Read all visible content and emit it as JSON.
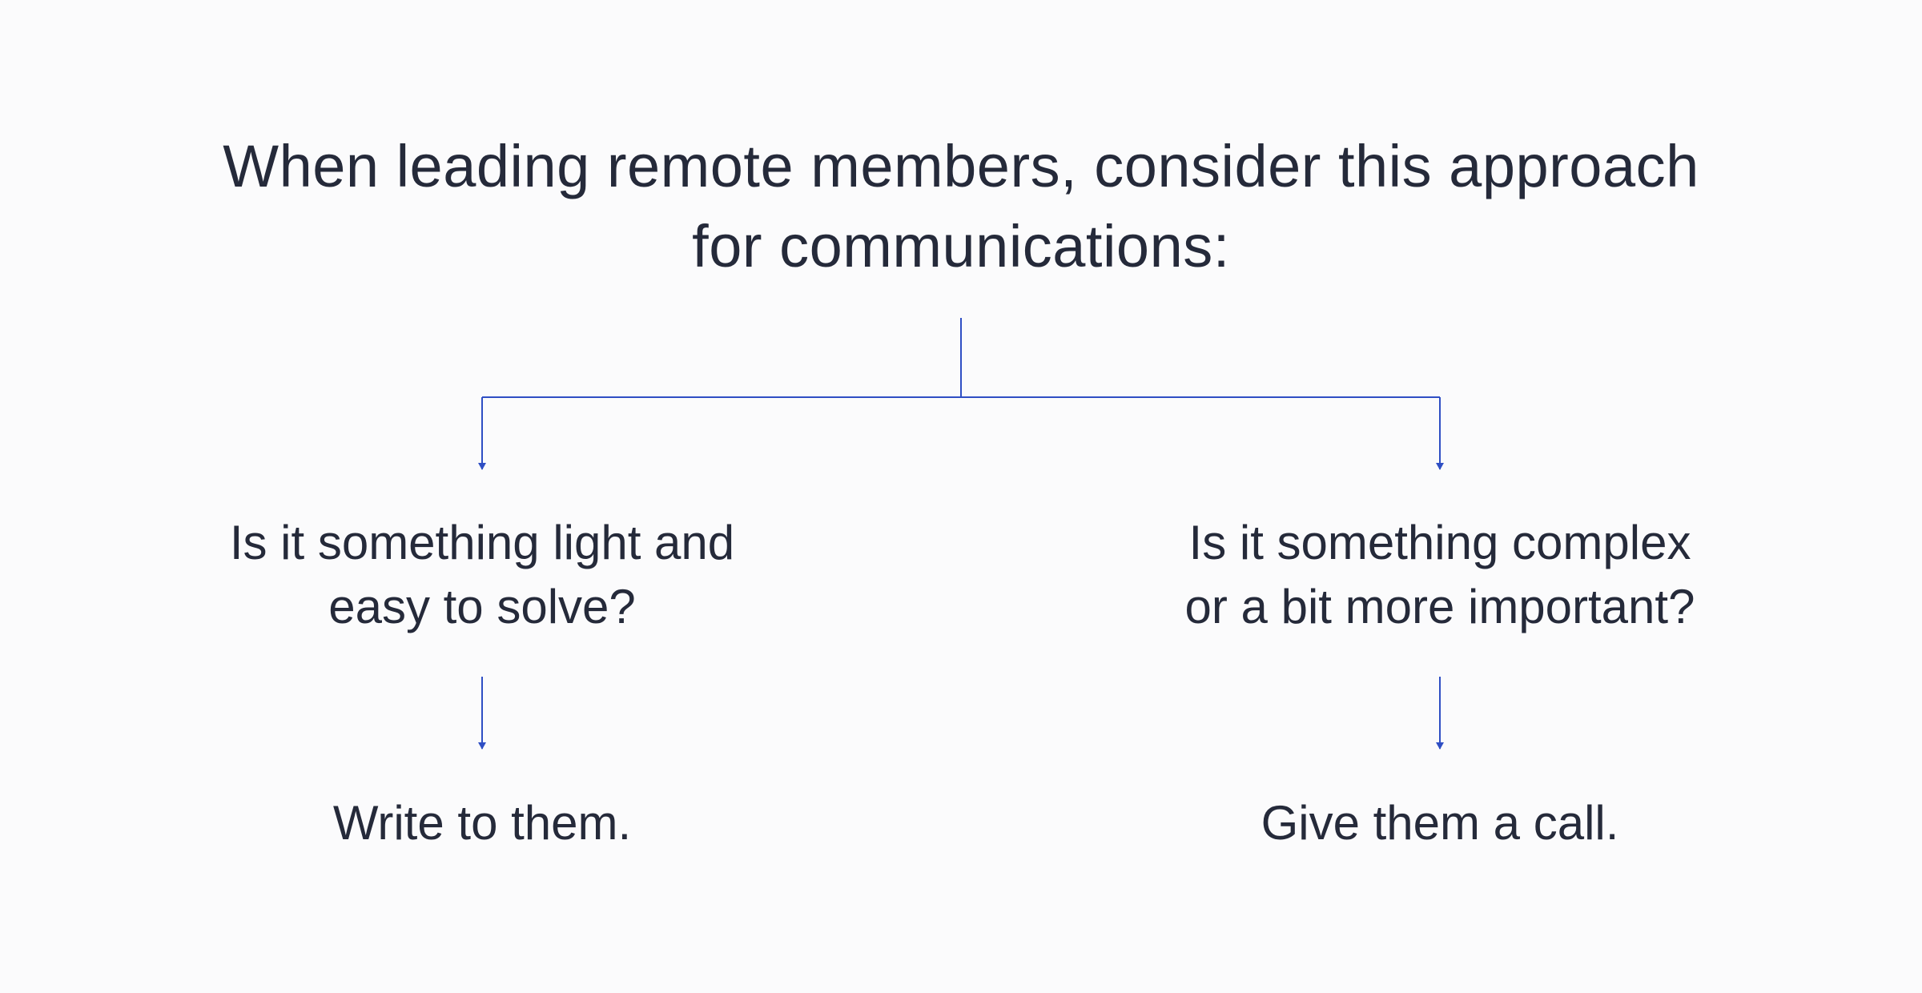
{
  "title": {
    "line1": "When leading remote members, consider this approach",
    "line2": "for communications:"
  },
  "branches": [
    {
      "question": {
        "line1": "Is it something light and",
        "line2": "easy to solve?"
      },
      "answer": "Write to them."
    },
    {
      "question": {
        "line1": "Is it something complex",
        "line2": "or a bit more important?"
      },
      "answer": "Give them a call."
    }
  ],
  "colors": {
    "background": "#fbfbfc",
    "text": "#252a3a",
    "connector": "#2f4fc4"
  }
}
